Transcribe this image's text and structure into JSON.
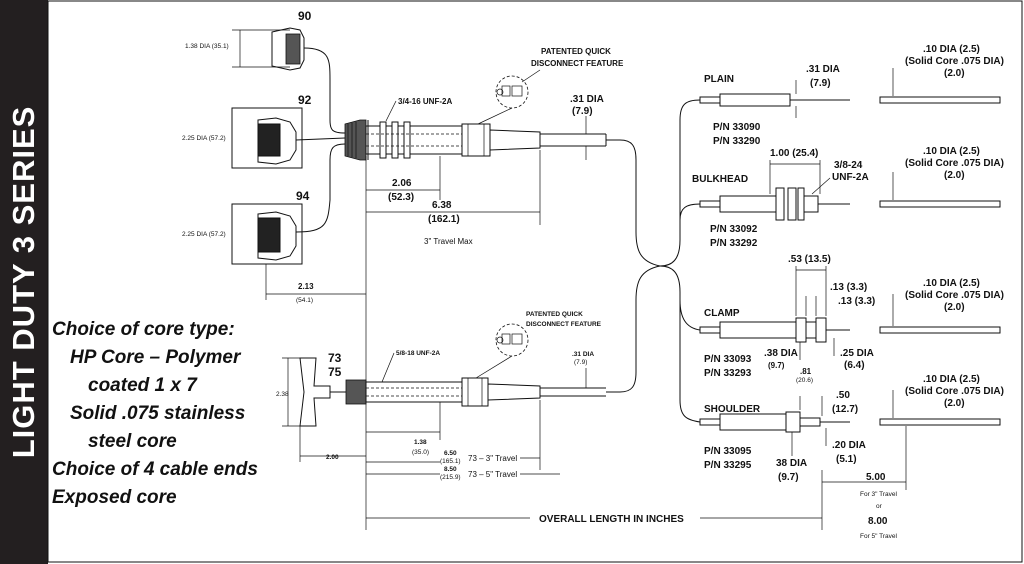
{
  "sidebar": {
    "title": "LIGHT DUTY 3 SERIES"
  },
  "notes": [
    "Choice of core type:",
    "HP Core – Polymer",
    "coated 1 x 7",
    "Solid .075 stainless",
    "steel core",
    "Choice of 4 cable ends",
    "Exposed core"
  ],
  "ends": {
    "e90": {
      "num": "90",
      "dim": "1.38 DIA (35.1)"
    },
    "e92": {
      "num": "92",
      "dim": "2.25 DIA (57.2)"
    },
    "e94": {
      "num": "94",
      "dim": "2.25 DIA (57.2)"
    }
  },
  "top": {
    "thread": "3/4-16 UNF-2A",
    "patent1": "PATENTED QUICK",
    "patent2": "DISCONNECT FEATURE",
    "rod_dia1": ".31 DIA",
    "rod_dia2": "(7.9)",
    "d206a": "2.06",
    "d206b": "(52.3)",
    "d638a": "6.38",
    "d638b": "(162.1)",
    "travel": "3\" Travel Max",
    "d213a": "2.13",
    "d213b": "(54.1)"
  },
  "bottom": {
    "num1": "73",
    "num2": "75",
    "thread": "5/8-18 UNF-2A",
    "patent1": "PATENTED QUICK",
    "patent2": "DISCONNECT FEATURE",
    "rod_dia1": ".31 DIA",
    "rod_dia2": "(7.9)",
    "d238": "2.38",
    "d200": "2.00",
    "d138a": "1.38",
    "d138b": "(35.0)",
    "d650a": "6.50",
    "d650b": "(165.1)",
    "t650": "73 – 3\" Travel",
    "d850a": "8.50",
    "d850b": "(215.9)",
    "t850": "73 – 5\" Travel"
  },
  "overall": "OVERALL LENGTH IN INCHES",
  "core_a": ".10 DIA  (2.5)",
  "core_b": "(Solid Core .075 DIA)",
  "core_c": "(2.0)",
  "plain": {
    "title": "PLAIN",
    "dia1": ".31 DIA",
    "dia2": "(7.9)",
    "pn1": "P/N 33090",
    "pn2": "P/N 33290"
  },
  "bulkhead": {
    "title": "BULKHEAD",
    "len": "1.00 (25.4)",
    "thread1": "3/8-24",
    "thread2": "UNF-2A",
    "pn1": "P/N 33092",
    "pn2": "P/N 33292"
  },
  "clamp": {
    "title": "CLAMP",
    "d53": ".53 (13.5)",
    "d13a": ".13 (3.3)",
    "d13b": ".13 (3.3)",
    "d38a": ".38 DIA",
    "d38b": "(9.7)",
    "d81a": ".81",
    "d81b": "(20.6)",
    "d25a": ".25 DIA",
    "d25b": "(6.4)",
    "pn1": "P/N 33093",
    "pn2": "P/N 33293"
  },
  "shoulder": {
    "title": "SHOULDER",
    "d50a": ".50",
    "d50b": "(12.7)",
    "d20a": ".20 DIA",
    "d20b": "(5.1)",
    "d38a": "38 DIA",
    "d38b": "(9.7)",
    "pn1": "P/N 33095",
    "pn2": "P/N 33295"
  },
  "travel_len": {
    "a": "5.00",
    "a_note": "For 3\" Travel",
    "or": "or",
    "b": "8.00",
    "b_note": "For 5\" Travel"
  }
}
